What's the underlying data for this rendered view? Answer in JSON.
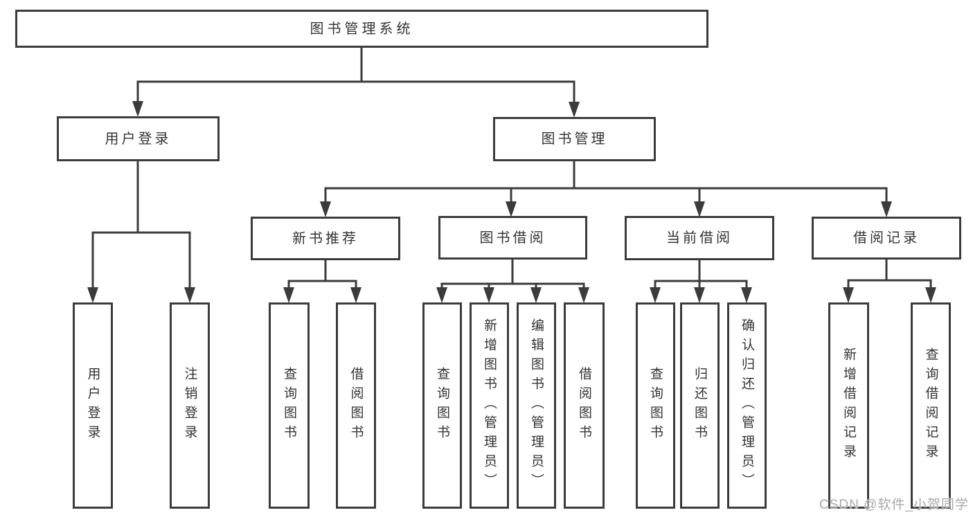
{
  "diagram": {
    "root": {
      "label": "图书管理系统"
    },
    "level1": [
      {
        "label": "用户登录"
      },
      {
        "label": "图书管理"
      }
    ],
    "level2": [
      {
        "label": "新书推荐"
      },
      {
        "label": "图书借阅"
      },
      {
        "label": "当前借阅"
      },
      {
        "label": "借阅记录"
      }
    ],
    "leaves": {
      "login": [
        {
          "label": "用户登录"
        },
        {
          "label": "注销登录"
        }
      ],
      "recommend": [
        {
          "label": "查询图书"
        },
        {
          "label": "借阅图书"
        }
      ],
      "borrow": [
        {
          "label": "查询图书"
        },
        {
          "label": "新增图书（管理员）"
        },
        {
          "label": "编辑图书（管理员）"
        },
        {
          "label": "借阅图书"
        }
      ],
      "current": [
        {
          "label": "查询图书"
        },
        {
          "label": "归还图书"
        },
        {
          "label": "确认归还（管理员）"
        }
      ],
      "records": [
        {
          "label": "新增借阅记录"
        },
        {
          "label": "查询借阅记录"
        }
      ]
    },
    "colors": {
      "line": "#3b3b3b",
      "text": "#333333",
      "background": "#ffffff",
      "watermark": "#a9a9a9"
    }
  },
  "watermark": {
    "text": "CSDN @软件_小贺同学"
  }
}
